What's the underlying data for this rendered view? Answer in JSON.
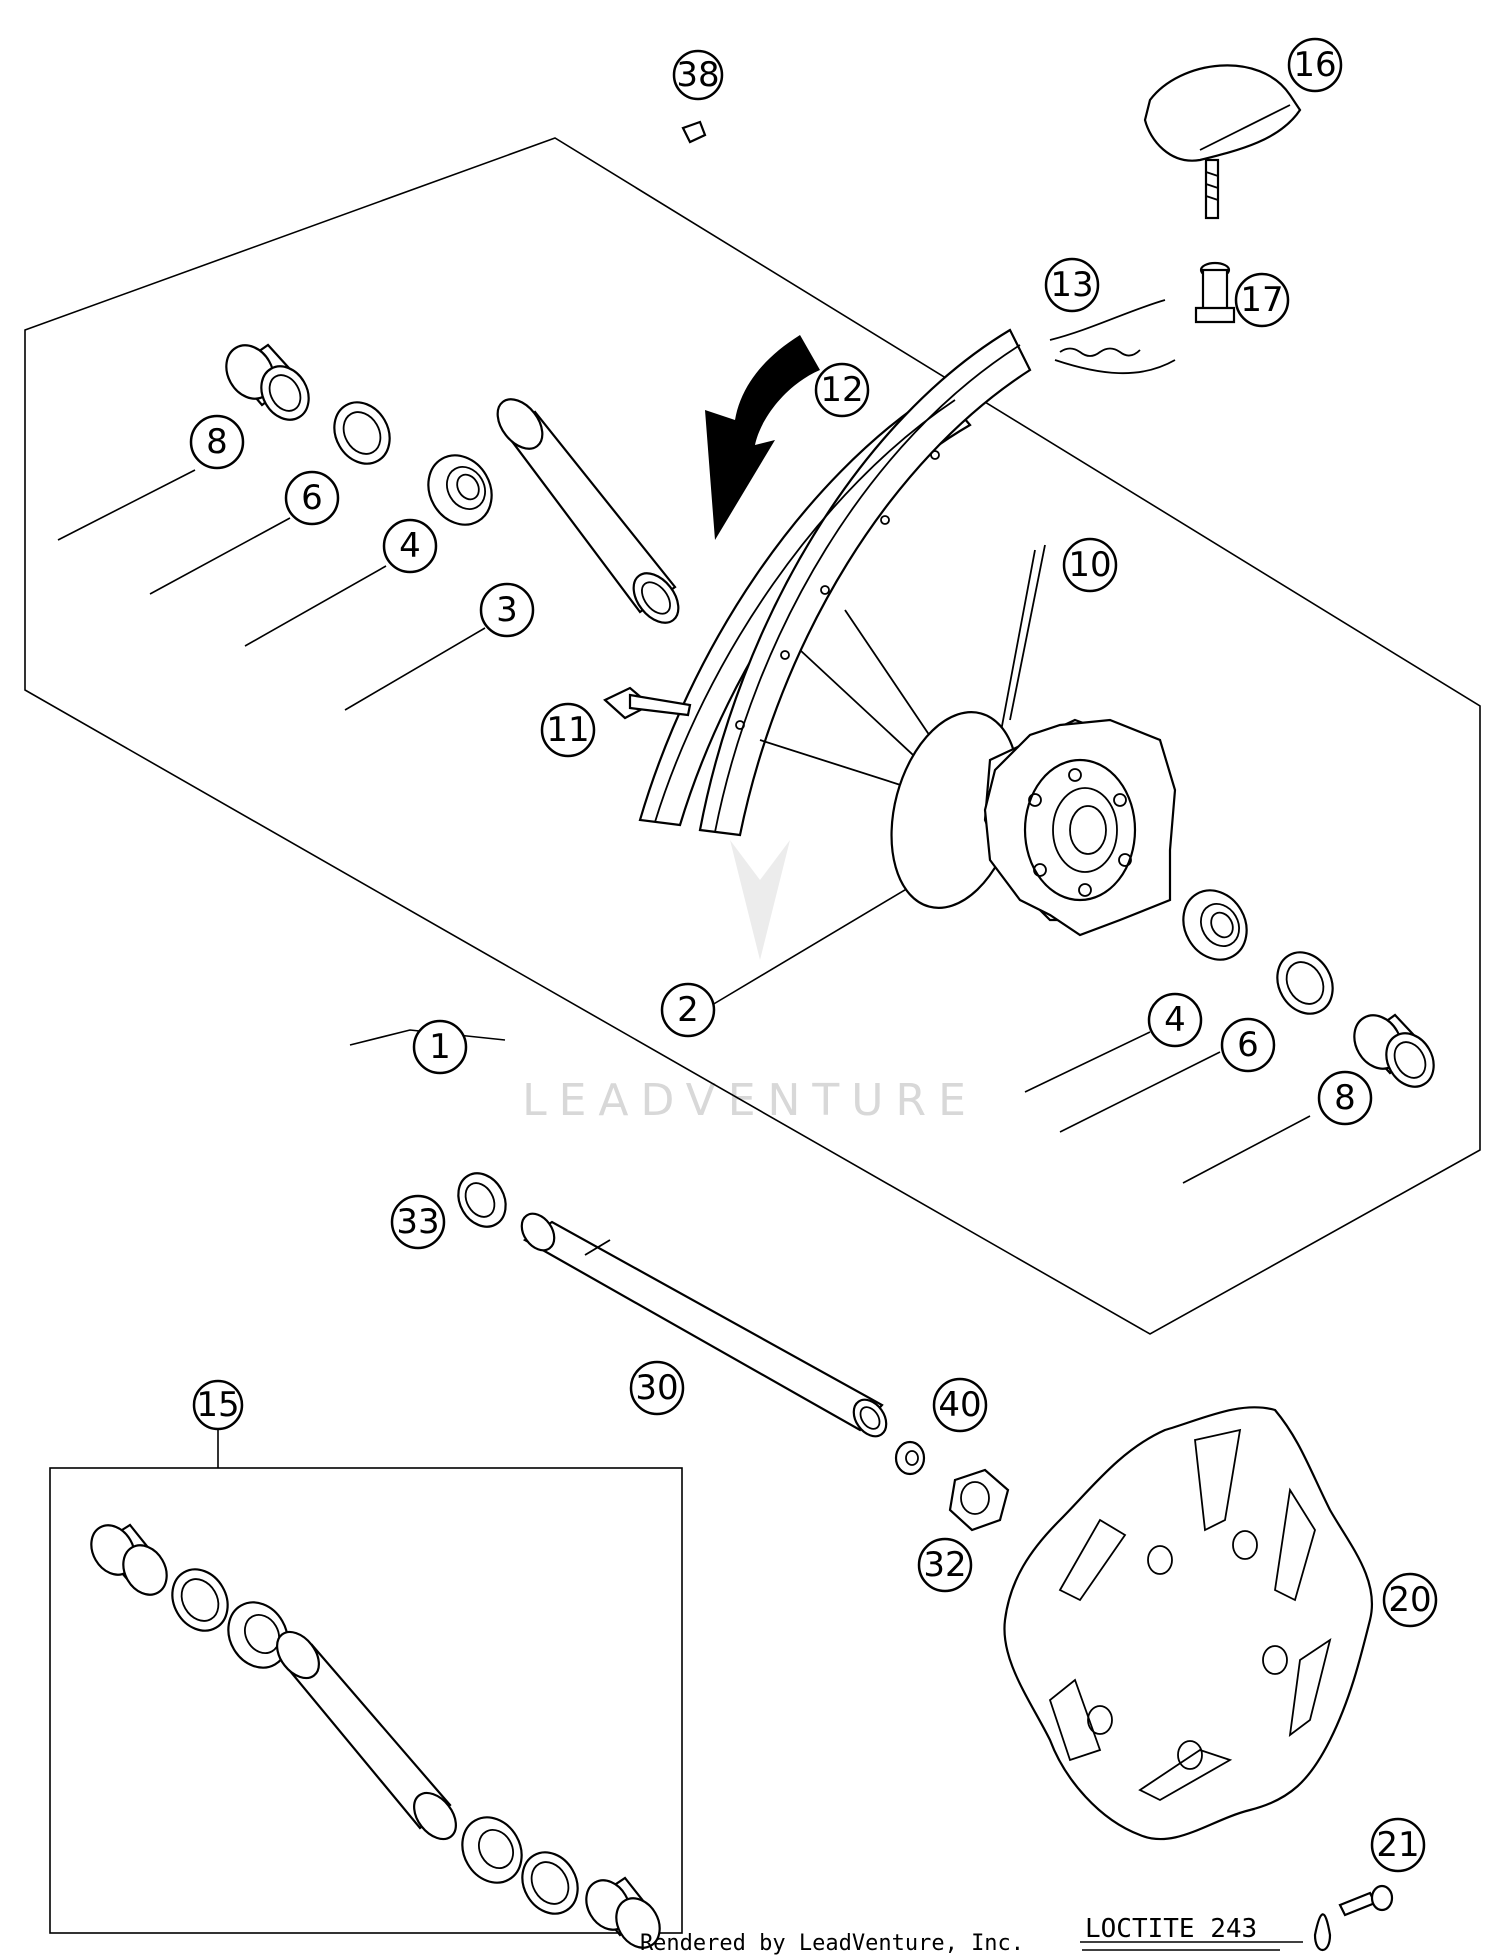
{
  "watermark": "LEADVENTURE",
  "footer": "Rendered by LeadVenture, Inc.",
  "note": "LOCTITE 243",
  "callouts": {
    "c38": "38",
    "c16": "16",
    "c13": "13",
    "c17": "17",
    "c12": "12",
    "c8a": "8",
    "c6a": "6",
    "c4a": "4",
    "c3": "3",
    "c10": "10",
    "c11": "11",
    "c1": "1",
    "c2": "2",
    "c4b": "4",
    "c6b": "6",
    "c8b": "8",
    "c33": "33",
    "c30": "30",
    "c15": "15",
    "c40": "40",
    "c32": "32",
    "c20": "20",
    "c21": "21"
  }
}
